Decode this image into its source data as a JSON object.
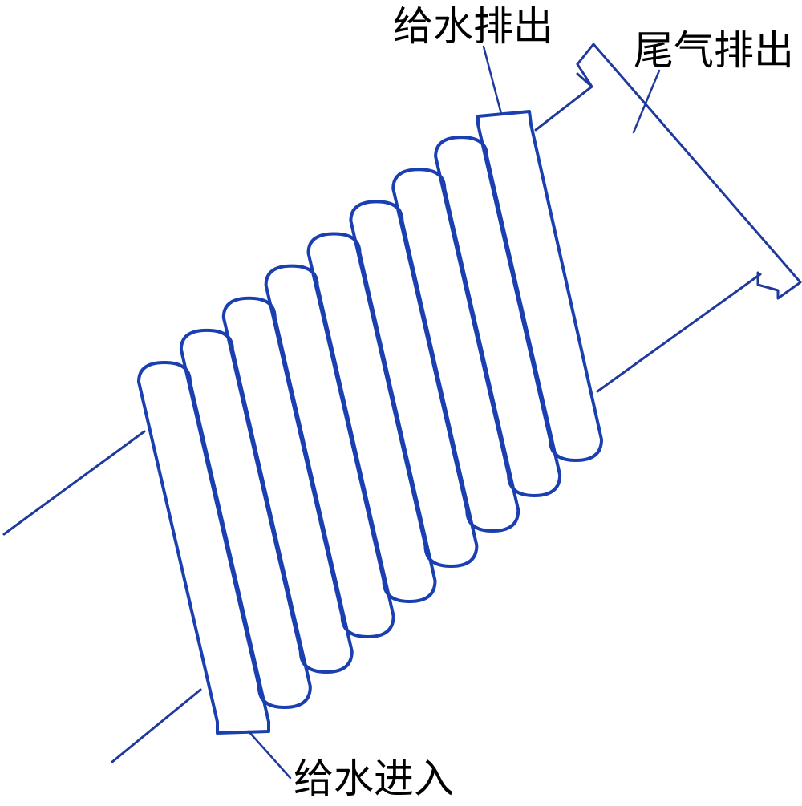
{
  "labels": {
    "feedwater_outlet": "给水排出",
    "exhaust_outlet": "尾气排出",
    "feedwater_inlet": "给水进入"
  },
  "colors": {
    "coil": "#1a3fb0",
    "line": "#1f3a9c",
    "leader": "#1f3a9c"
  },
  "coil_turns": 9
}
